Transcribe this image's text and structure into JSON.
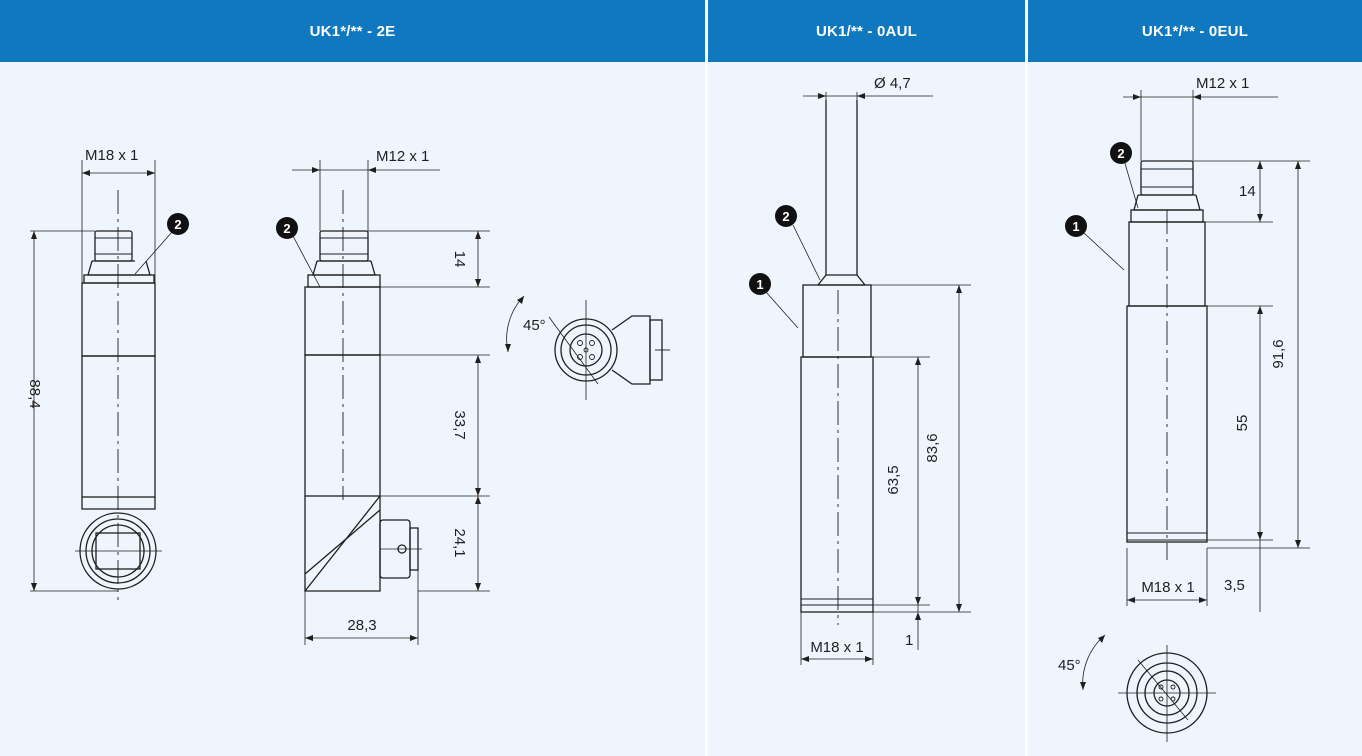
{
  "headers": {
    "p1": "UK1*/** - 2E",
    "p2": "UK1/** - 0AUL",
    "p3": "UK1*/** - 0EUL"
  },
  "p1": {
    "thread_left": "M18 x 1",
    "thread_right": "M12 x 1",
    "length": "88,4",
    "conn_len": "14",
    "mid_len": "33,7",
    "head_len": "24,1",
    "head_width": "28,3",
    "angle": "45°",
    "marker_a": "2",
    "marker_b": "2"
  },
  "p2": {
    "cable_dia": "Ø 4,7",
    "length_total": "83,6",
    "thread_len": "63,5",
    "thread": "M18 x 1",
    "end_len": "1",
    "marker_top": "2",
    "marker_bottom": "1"
  },
  "p3": {
    "thread_top": "M12 x 1",
    "conn_len": "14",
    "total_len": "91,6",
    "thread_len": "55",
    "thread": "M18 x 1",
    "end_len": "3,5",
    "angle": "45°",
    "marker_top": "2",
    "marker_bottom": "1"
  },
  "colors": {
    "header": "#0f78be",
    "panel": "#eef5fc"
  }
}
